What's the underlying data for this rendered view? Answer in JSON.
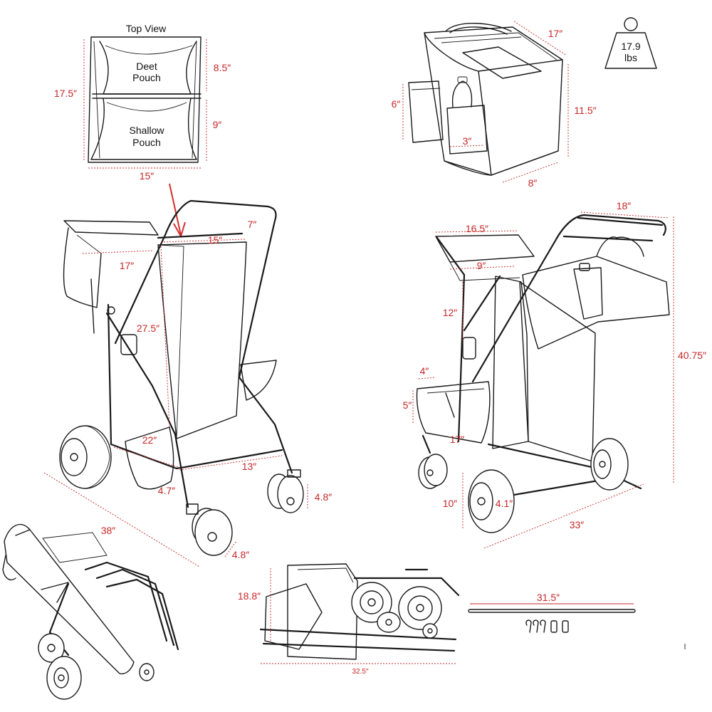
{
  "top_view": {
    "title": "Top View",
    "deet_pouch": [
      "Deet",
      "Pouch"
    ],
    "shallow_pouch": [
      "Shallow",
      "Pouch"
    ],
    "dim_height": "17.5″",
    "dim_width": "15″",
    "dim_upper": "8.5″",
    "dim_lower": "9″"
  },
  "cooler": {
    "dim_length": "17″",
    "dim_height": "11.5″",
    "dim_depth": "8″",
    "dim_side_pocket": "6″",
    "dim_bottle_pocket": "3″"
  },
  "weight": {
    "value": "17.9",
    "unit": "lbs",
    "icon": "weight-icon"
  },
  "cart_left": {
    "dim_top_width": "15″",
    "dim_top_depth": "7″",
    "dim_front": "17″",
    "dim_height": "27.5″",
    "dim_bottom_depth": "22″",
    "dim_bottom_width": "13″",
    "dim_pocket": "4.7″",
    "dim_wheel_small": "4.8″",
    "dim_wheel_rear": "4.8″",
    "dim_length": "38″"
  },
  "cart_right": {
    "dim_handle": "18″",
    "dim_basket_top": "16.5″",
    "dim_basket_side": "9″",
    "dim_basket_height": "12″",
    "dim_tray_width": "4″",
    "dim_tray_height": "5″",
    "dim_tray_length": "17″",
    "dim_total_height": "40.75″",
    "dim_wheel": "10″",
    "dim_wheel_width": "4.1″",
    "dim_length": "33″"
  },
  "folded": {
    "dim_height": "18.8″",
    "dim_length": "32.5″"
  },
  "accessory": {
    "dim_rod": "31.5″"
  }
}
